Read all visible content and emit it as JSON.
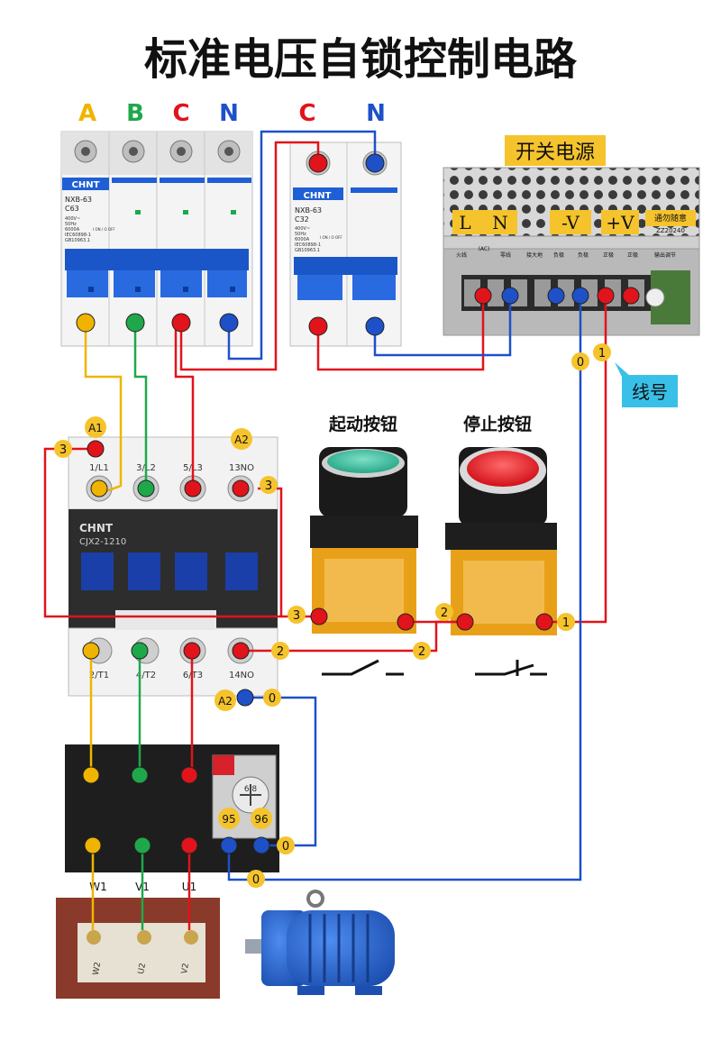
{
  "title": "标准电压自锁控制电路",
  "phases": {
    "a": "A",
    "b": "B",
    "c": "C",
    "n": "N",
    "c2": "C",
    "n2": "N"
  },
  "colors": {
    "phase_a": "#f0b400",
    "phase_b": "#1fa84a",
    "phase_c": "#e1131b",
    "neutral": "#1e50c8",
    "breaker_blue": "#1f5fd6",
    "label_yellow": "#f5c32c",
    "brand_red": "#d7212b"
  },
  "breaker_main": {
    "brand": "CHNT",
    "model": "NXB-63",
    "rating": "C63",
    "spec1": "400V~",
    "spec2": "50Hz",
    "spec3": "6000A",
    "std1": "IEC60898-1",
    "std2": "GB10963.1",
    "on_off": "I ON / O OFF"
  },
  "breaker_small": {
    "brand": "CHNT",
    "model": "NXB-63",
    "rating": "C32",
    "spec1": "400V~",
    "spec2": "50Hz",
    "spec3": "6000A",
    "std1": "IEC60898-1",
    "std2": "GB10963.1",
    "on_off": "I ON / O OFF"
  },
  "psu": {
    "title": "开关电源",
    "term_l": "L",
    "term_n": "N",
    "term_minus": "-V",
    "term_plus": "+V",
    "warn": "通勿随意",
    "code": "ZZ20240",
    "sub_labels": [
      "火线",
      "(AC)",
      "零线",
      "接大地",
      "负极",
      "负极",
      "正极",
      "正极",
      "输出调节"
    ]
  },
  "wire_label": {
    "text": "线号"
  },
  "contactor": {
    "brand": "CHNT",
    "model": "CJX2-1210",
    "top_terms": [
      "1/L1",
      "3/L2",
      "5/L3",
      "13NO"
    ],
    "bottom_terms": [
      "2/T1",
      "4/T2",
      "6/T3",
      "14NO"
    ],
    "a1": "A1",
    "a2_top": "A2",
    "a2_bottom": "A2"
  },
  "buttons": {
    "start": "起动按钮",
    "stop": "停止按钮"
  },
  "overload": {
    "dial": "6.8",
    "t95": "95",
    "t96": "96"
  },
  "motor": {
    "w1": "W1",
    "v1": "V1",
    "u1": "U1",
    "term_w2": "W2",
    "term_u2": "U2",
    "term_v2": "V2"
  },
  "wire_numbers": {
    "n0": "0",
    "n1": "1",
    "n2": "2",
    "n3": "3"
  }
}
